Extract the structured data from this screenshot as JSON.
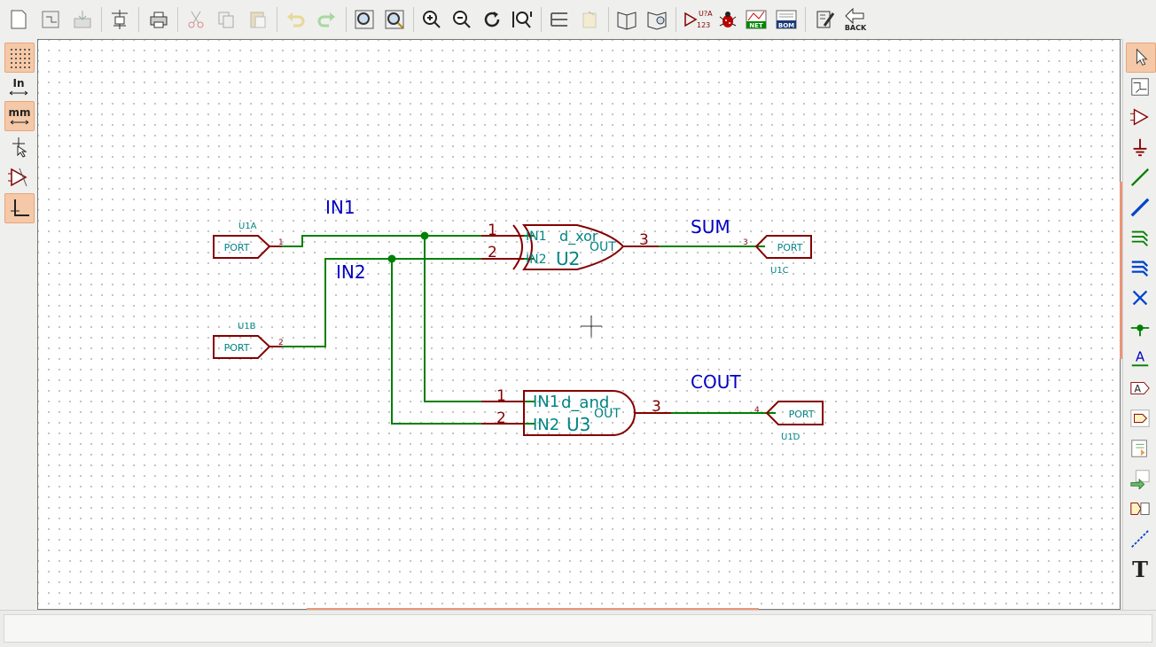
{
  "toolbar": {
    "back_label": "BACK",
    "net_label": "NET",
    "bom_label": "BOM",
    "annotate_label_top": "U?A",
    "annotate_label_bottom": "123"
  },
  "left_toolbar": {
    "units_in_label": "In",
    "units_mm_label": "mm"
  },
  "right_toolbar": {
    "text_tool_label": "T",
    "label_tool_glyph": "A",
    "global_label_glyph": "A"
  },
  "schematic": {
    "net_labels": {
      "in1": "IN1",
      "in2": "IN2",
      "sum": "SUM",
      "cout": "COUT"
    },
    "ports": [
      {
        "ref": "U1A",
        "label": "PORT",
        "pin": "1"
      },
      {
        "ref": "U1B",
        "label": "PORT",
        "pin": "2"
      },
      {
        "ref": "U1C",
        "label": "PORT",
        "pin": "3"
      },
      {
        "ref": "U1D",
        "label": "PORT",
        "pin": "4"
      }
    ],
    "xor_gate": {
      "ref": "U2",
      "value": "d_xor",
      "pin_in1_name": "IN1",
      "pin_in2_name": "IN2",
      "pin_out_name": "OUT",
      "pin_in1_num": "1",
      "pin_in2_num": "2",
      "pin_out_num": "3"
    },
    "and_gate": {
      "ref": "U3",
      "value": "d_and",
      "pin_in1_name": "IN1",
      "pin_in2_name": "IN2",
      "pin_out_name": "OUT",
      "pin_in1_num": "1",
      "pin_in2_num": "2",
      "pin_out_num": "3"
    }
  },
  "colors": {
    "wire": "#008000",
    "component": "#840000",
    "net_label": "#0000c2",
    "pin_name": "#008484",
    "accent": "#f5c9a8"
  }
}
